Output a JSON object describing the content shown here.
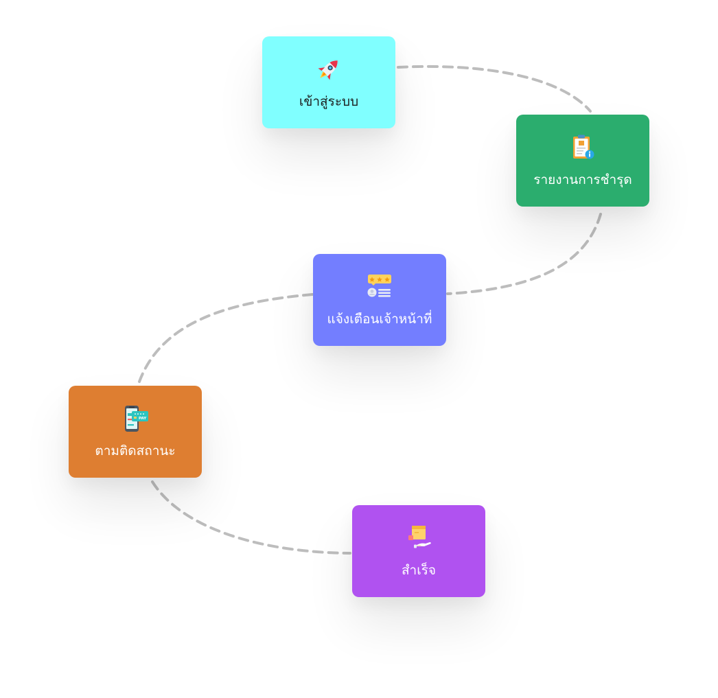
{
  "steps": [
    {
      "id": "login",
      "label": "เข้าสู่ระบบ",
      "icon": "rocket-icon",
      "bg": "#80FFFF",
      "fg": "#1b1b1b"
    },
    {
      "id": "report",
      "label": "รายงานการชำรุด",
      "icon": "clipboard-report-icon",
      "bg": "#2BAD6E",
      "fg": "#ffffff"
    },
    {
      "id": "notify",
      "label": "แจ้งเตือนเจ้าหน้าที่",
      "icon": "rating-card-icon",
      "bg": "#737EFF",
      "fg": "#ffffff"
    },
    {
      "id": "track",
      "label": "ตามติดสถานะ",
      "icon": "phone-pay-icon",
      "bg": "#DE7E31",
      "fg": "#ffffff"
    },
    {
      "id": "done",
      "label": "สำเร็จ",
      "icon": "package-hand-icon",
      "bg": "#B052F0",
      "fg": "#ffffff"
    }
  ],
  "connector_color": "#bdbdbd"
}
